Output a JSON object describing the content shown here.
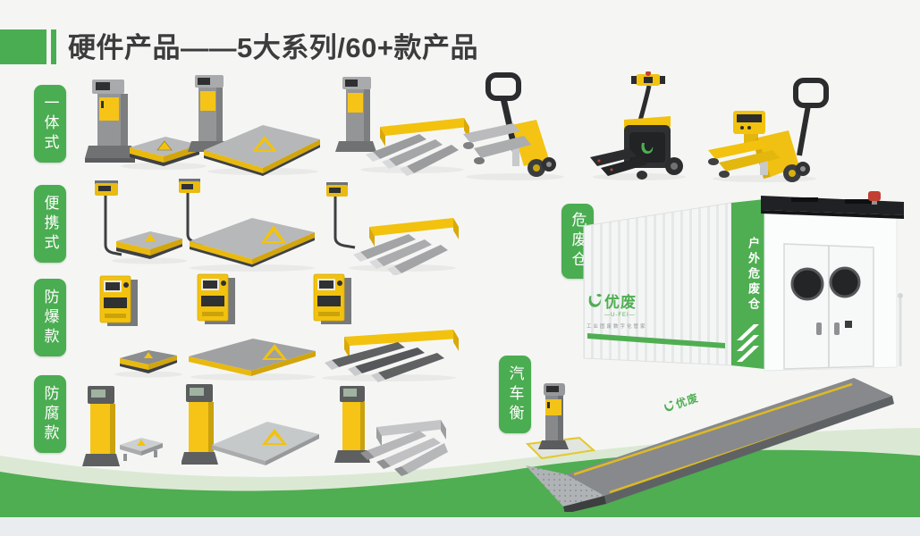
{
  "page": {
    "title": "硬件产品——5大系列/60+款产品"
  },
  "categories": [
    {
      "label": "一体式"
    },
    {
      "label": "便携式"
    },
    {
      "label": "防爆款"
    },
    {
      "label": "防腐款"
    }
  ],
  "callouts": {
    "hazardous_waste_warehouse": "危废仓",
    "truck_scale": "汽车衡"
  },
  "container": {
    "stripe_text": "户外危废仓",
    "brand": "优废",
    "brand_latin": "—U-FEI—",
    "slogan": "工业固废数字化管家"
  },
  "truck_scale": {
    "brand": "优废"
  },
  "colors": {
    "accent_green": "#4AAD51",
    "machine_yellow": "#F2C30E",
    "machine_gray": "#9A9C9E",
    "wave_light_green": "#DBE9D4",
    "wave_green": "#4FAD52",
    "background": "#F5F6F4",
    "title_text": "#3C3C3C"
  }
}
